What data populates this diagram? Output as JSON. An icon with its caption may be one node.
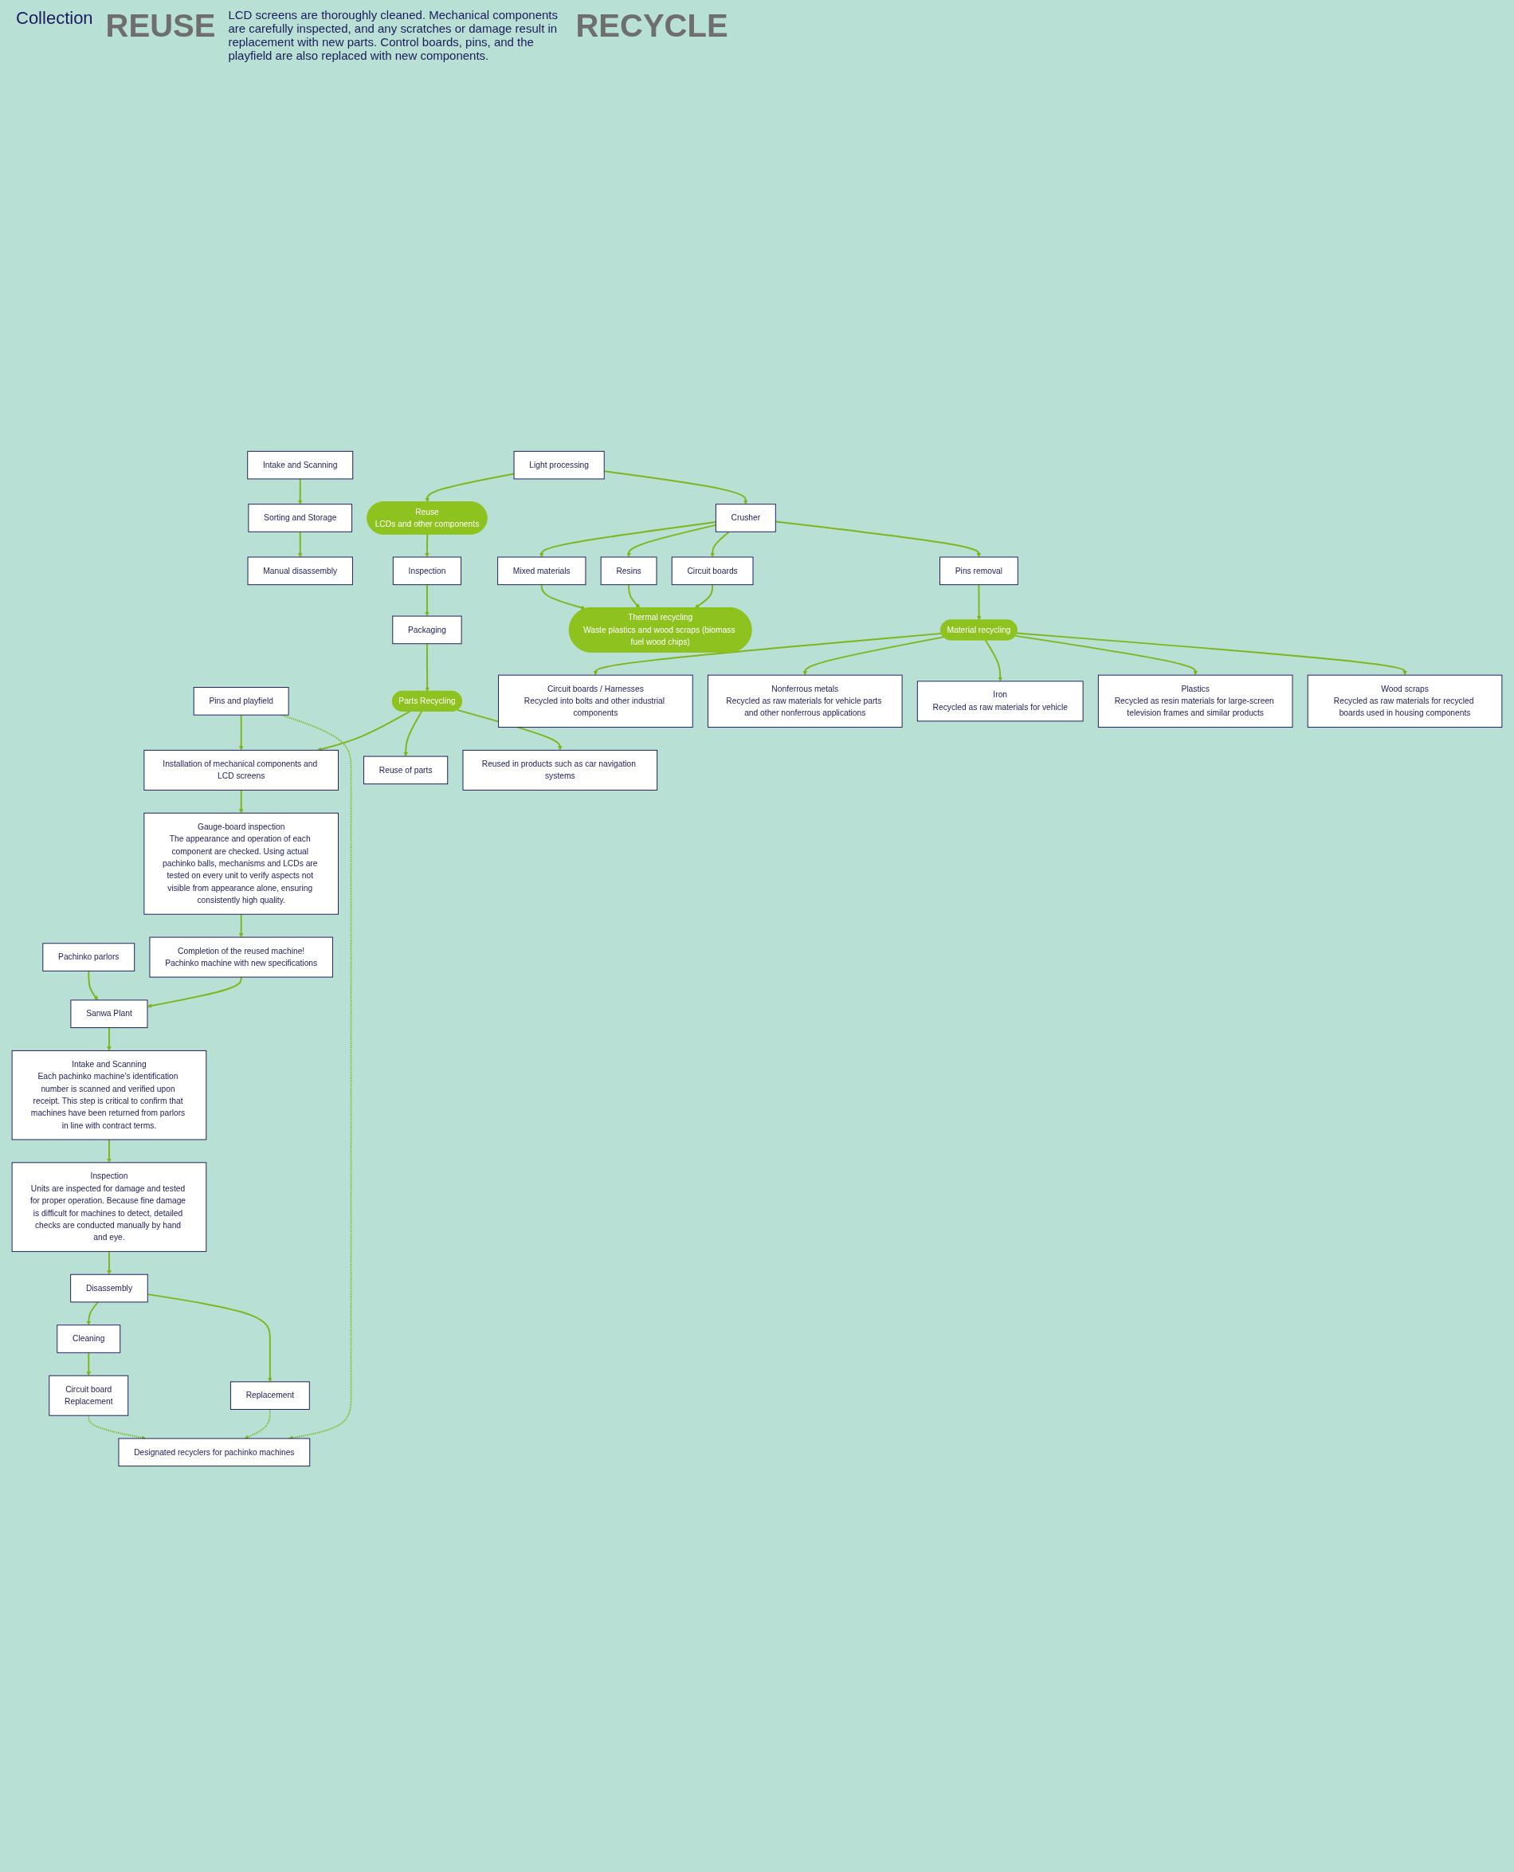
{
  "diagram": {
    "nodes": [
      {
        "text": [
          "Pachinko parlors"
        ]
      },
      {
        "text": [
          "Sanwa Plant"
        ]
      },
      {
        "text": [
          "Intake and Scanning",
          "Each pachinko machine’s identification number is scanned and verified upon receipt. This step is critical to confirm that machines have been returned from parlors in line with contract terms."
        ]
      },
      {
        "text": [
          "Inspection",
          "Units are inspected for damage and tested for proper operation. Because fine damage is difficult for machines to detect, detailed checks are conducted manually by hand and eye."
        ]
      },
      {
        "text": [
          "Disassembly"
        ]
      },
      {
        "text": [
          "Cleaning"
        ]
      },
      {
        "text": [
          "Replacement"
        ]
      },
      {
        "text": [
          "Circuit board",
          "Replacement"
        ]
      },
      {
        "text": [
          "Pins and playfield"
        ]
      },
      {
        "text": [
          "Installation of mechanical components and LCD screens"
        ]
      },
      {
        "text": [
          "Gauge-board inspection",
          "The appearance and operation of each component are checked. Using actual pachinko balls, mechanisms and LCDs are tested on every unit to verify aspects not visible from appearance alone, ensuring consistently high quality."
        ]
      },
      {
        "text": [
          "Completion of the reused machine!",
          "Pachinko machine with new specifications"
        ]
      },
      {
        "text": [
          "Designated recyclers for pachinko machines"
        ]
      },
      {
        "text": [
          "Intake and Scanning"
        ]
      },
      {
        "text": [
          "Sorting and Storage"
        ]
      },
      {
        "text": [
          "Manual disassembly"
        ]
      },
      {
        "text": [
          "Light processing"
        ]
      },
      {
        "text": [
          "Reuse",
          "LCDs and other components"
        ]
      },
      {
        "text": [
          "Crusher"
        ]
      },
      {
        "text": [
          "Inspection"
        ]
      },
      {
        "text": [
          "Packaging"
        ]
      },
      {
        "text": [
          "Parts Recycling"
        ]
      },
      {
        "text": [
          "Reuse of parts"
        ]
      },
      {
        "text": [
          "Reused in products such as car navigation systems"
        ]
      },
      {
        "text": [
          "Mixed materials"
        ]
      },
      {
        "text": [
          "Resins"
        ]
      },
      {
        "text": [
          "Circuit boards"
        ]
      },
      {
        "text": [
          "Pins removal"
        ]
      },
      {
        "text": [
          "Thermal recycling",
          "Waste plastics and wood scraps (biomass fuel wood chips)"
        ]
      },
      {
        "text": [
          "Material recycling"
        ]
      },
      {
        "text": [
          "Circuit boards / Harnesses",
          "Recycled into bolts and other industrial components"
        ]
      },
      {
        "text": [
          "Nonferrous metals",
          "Recycled as raw materials for vehicle parts and other nonferrous applications"
        ]
      },
      {
        "text": [
          "Iron",
          "Recycled as raw materials for vehicle"
        ]
      },
      {
        "text": [
          "Plastics",
          "Recycled as resin materials for large-screen television frames and similar products"
        ]
      },
      {
        "text": [
          "Wood scraps",
          "Recycled as raw materials for recycled boards used in housing components"
        ]
      }
    ],
    "edges": [
      {
        "from": 0,
        "to": 1,
        "arrow": "to"
      },
      {
        "from": 11,
        "to": 1,
        "arrow": "to"
      },
      {
        "from": 1,
        "to": 2,
        "arrow": "to"
      },
      {
        "from": 2,
        "to": 3,
        "arrow": "to"
      },
      {
        "from": 3,
        "to": 4,
        "arrow": "to"
      },
      {
        "from": 4,
        "to": 5,
        "arrow": "to"
      },
      {
        "from": 4,
        "to": 6,
        "arrow": "to"
      },
      {
        "from": 5,
        "to": 7,
        "arrow": "to"
      },
      {
        "from": 8,
        "to": 9,
        "arrow": "to"
      },
      {
        "from": 9,
        "to": 10,
        "arrow": "to"
      },
      {
        "from": 10,
        "to": 11,
        "arrow": "to"
      },
      {
        "from": 6,
        "to": 12,
        "arrow": "to",
        "style": "dashed"
      },
      {
        "from": 7,
        "to": 12,
        "arrow": "to",
        "style": "dashed"
      },
      {
        "from": 8,
        "to": 12,
        "arrow": "to",
        "style": "dashed"
      },
      {
        "from": 13,
        "to": 14,
        "arrow": "to"
      },
      {
        "from": 14,
        "to": 15,
        "arrow": "to"
      },
      {
        "from": 16,
        "to": 17,
        "arrow": "to"
      },
      {
        "from": 16,
        "to": 18,
        "arrow": "to"
      },
      {
        "from": 17,
        "to": 19,
        "arrow": "to"
      },
      {
        "from": 19,
        "to": 20,
        "arrow": "to"
      },
      {
        "from": 20,
        "to": 21,
        "arrow": "to"
      },
      {
        "from": 21,
        "to": 9,
        "arrow": "to"
      },
      {
        "from": 21,
        "to": 22,
        "arrow": "to"
      },
      {
        "from": 21,
        "to": 23,
        "arrow": "to"
      },
      {
        "from": 18,
        "to": 24,
        "arrow": "to"
      },
      {
        "from": 18,
        "to": 25,
        "arrow": "to"
      },
      {
        "from": 18,
        "to": 26,
        "arrow": "to"
      },
      {
        "from": 18,
        "to": 27,
        "arrow": "to"
      },
      {
        "from": 24,
        "to": 28,
        "arrow": "to"
      },
      {
        "from": 25,
        "to": 28,
        "arrow": "to"
      },
      {
        "from": 26,
        "to": 28,
        "arrow": "to"
      },
      {
        "from": 27,
        "to": 29,
        "arrow": "to"
      },
      {
        "from": 29,
        "to": 30,
        "arrow": "to"
      },
      {
        "from": 29,
        "to": 31,
        "arrow": "to"
      },
      {
        "from": 29,
        "to": 32,
        "arrow": "to"
      },
      {
        "from": 29,
        "to": 33,
        "arrow": "to"
      },
      {
        "from": 29,
        "to": 34,
        "arrow": "to"
      }
    ],
    "labels": [
      "Collection",
      "REUSE",
      "LCD screens are thoroughly cleaned. Mechanical components are carefully inspected, and any scratches or damage result in replacement with new parts. Control boards, pins, and the playfield are also replaced with new components.",
      "RECYCLE"
    ]
  }
}
